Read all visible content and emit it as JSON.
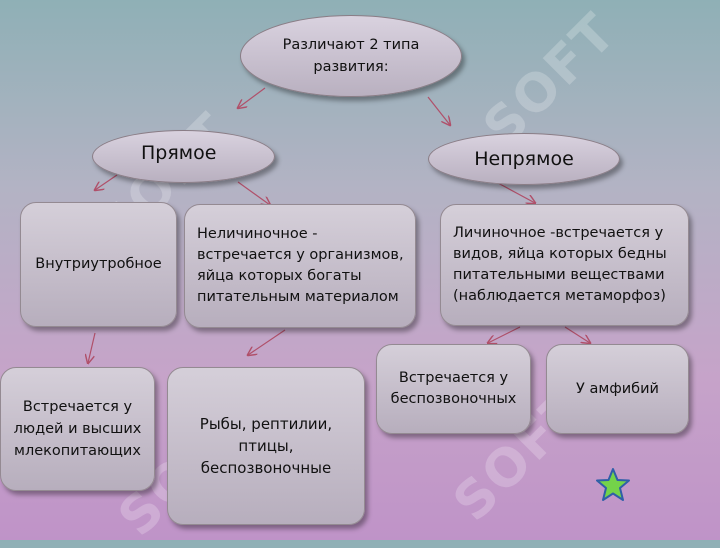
{
  "diagram": {
    "root": {
      "text": "Различают 2 типа\nразвития:"
    },
    "direct": {
      "label": "Прямое"
    },
    "indirect": {
      "label": "Непрямое"
    },
    "intrauterine": {
      "text": "Внутриутробное"
    },
    "non_larval": {
      "text": "Неличиночное -\nвстречается у организмов,\nяйца которых богаты\nпитательным материалом"
    },
    "larval": {
      "text": "Личиночное -встречается у\nвидов, яйца которых бедны\nпитательными веществами\n(наблюдается метаморфоз)"
    },
    "humans": {
      "text": "Встречается у\nлюдей и высших\nмлекопитающих"
    },
    "fish": {
      "text": "Рыбы, рептилии,\nптицы,\nбеспозвоночные"
    },
    "invertebrates": {
      "text": "Встречается у\nбеспозвоночных"
    },
    "amphibians": {
      "text": "У амфибий"
    }
  },
  "watermark": {
    "text": "SOFT"
  },
  "colors": {
    "arrow": "#b0506a",
    "star_fill": "#74d34a",
    "star_stroke": "#2f5ea8"
  },
  "icons": {
    "star": "star-icon"
  }
}
